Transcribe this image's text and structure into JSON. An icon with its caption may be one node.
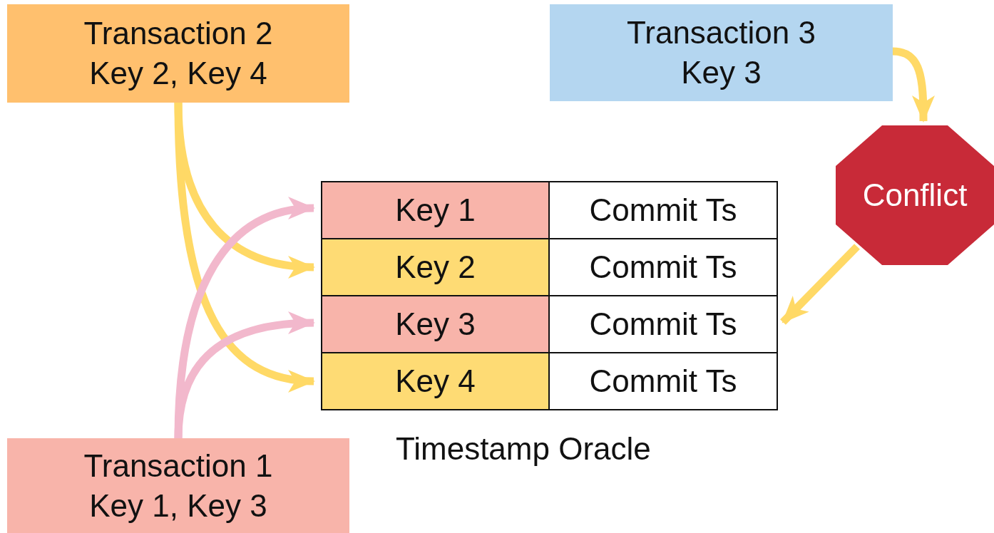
{
  "diagram": {
    "nodes": [
      {
        "text": [
          "Transaction 2",
          "Key 2, Key 4"
        ]
      },
      {
        "text": [
          "Transaction 3",
          "Key 3"
        ]
      },
      {
        "text": [
          "Conflict"
        ]
      },
      {
        "text": [
          "Timestamp Oracle"
        ]
      },
      {
        "text": [
          "Key 1"
        ],
        "in": 3
      },
      {
        "text": [
          "Commit Ts"
        ],
        "in": 3
      },
      {
        "text": [
          "Key 2"
        ],
        "in": 3
      },
      {
        "text": [
          "Commit Ts"
        ],
        "in": 3
      },
      {
        "text": [
          "Key 3"
        ],
        "in": 3
      },
      {
        "text": [
          "Commit Ts"
        ],
        "in": 3
      },
      {
        "text": [
          "Key 4"
        ],
        "in": 3
      },
      {
        "text": [
          "Commit Ts"
        ],
        "in": 3
      },
      {
        "text": [
          "Transaction 1",
          "Key 1, Key 3"
        ]
      }
    ],
    "edges": [
      {
        "from": 0,
        "to": 6,
        "arrow": "to"
      },
      {
        "from": 0,
        "to": 10,
        "arrow": "to"
      },
      {
        "from": 12,
        "to": 4,
        "arrow": "to",
        "color": "#f2b8cc"
      },
      {
        "from": 12,
        "to": 8,
        "arrow": "to",
        "color": "#f2b8cc"
      },
      {
        "from": 1,
        "to": 2,
        "arrow": "to"
      },
      {
        "from": 2,
        "to": 9,
        "arrow": "to"
      }
    ]
  }
}
